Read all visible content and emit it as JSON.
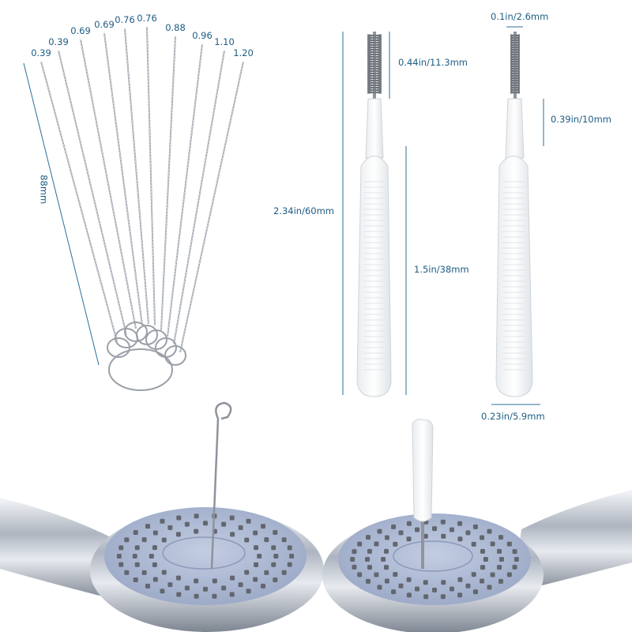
{
  "wire_brush_set": {
    "length_label": "88mm",
    "gauges": [
      "0.39",
      "0.39",
      "0.69",
      "0.69",
      "0.76",
      "0.76",
      "0.88",
      "0.96",
      "1.10",
      "1.20"
    ]
  },
  "long_bristle_brush": {
    "total_length": "2.34in/60mm",
    "bristle_length": "0.44in/11.3mm",
    "handle_length": "1.5in/38mm"
  },
  "short_bristle_brush": {
    "bristle_diameter": "0.1in/2.6mm",
    "neck_length": "0.39in/10mm",
    "handle_width": "0.23in/5.9mm"
  },
  "colors": {
    "label_text": "#1d5c82",
    "dimension_line": "#2c6f99",
    "nozzle_plate": "#aebad4",
    "chrome": "#c9ced6"
  }
}
